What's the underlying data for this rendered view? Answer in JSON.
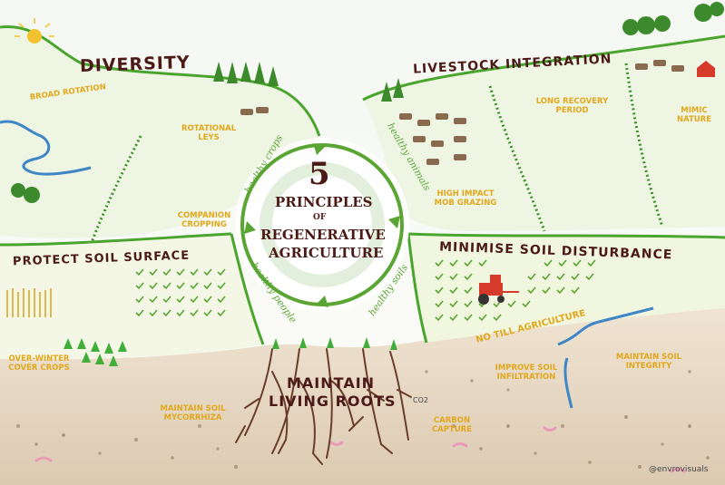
{
  "center": {
    "number": "5",
    "line1": "PRINCIPLES",
    "line2": "OF",
    "line3": "REGENERATIVE",
    "line4": "AGRICULTURE"
  },
  "ring": {
    "healthy_crops": "healthy crops",
    "healthy_animals": "healthy animals",
    "healthy_soils": "healthy soils",
    "healthy_people": "healthy people"
  },
  "principles": {
    "diversity": "DIVERSITY",
    "livestock": "LIVESTOCK INTEGRATION",
    "protect": "PROTECT SOIL SURFACE",
    "minimise": "MINIMISE SOIL DISTURBANCE",
    "roots_line1": "MAINTAIN",
    "roots_line2": "LIVING ROOTS"
  },
  "notes": {
    "broad_rotation": "BROAD ROTATION",
    "rotational_leys": "ROTATIONAL LEYS",
    "companion_cropping": "COMPANION CROPPING",
    "high_impact": "HIGH IMPACT MOB GRAZING",
    "long_recovery": "LONG RECOVERY PERIOD",
    "mimic_nature": "MIMIC NATURE",
    "cover_crops": "OVER-WINTER COVER CROPS",
    "mycorrhiza": "MAINTAIN SOIL MYCORRHIZA",
    "no_till": "NO TILL AGRICULTURE",
    "infiltration": "IMPROVE SOIL INFILTRATION",
    "integrity": "MAINTAIN SOIL INTEGRITY",
    "carbon": "CARBON CAPTURE",
    "co2": "CO2"
  },
  "credit": "@envrovisuals",
  "colors": {
    "title": "#4b1a17",
    "note": "#e2a81d",
    "green": "#4aa52e",
    "water": "#3f86c7",
    "soil": "#e9dccb"
  }
}
